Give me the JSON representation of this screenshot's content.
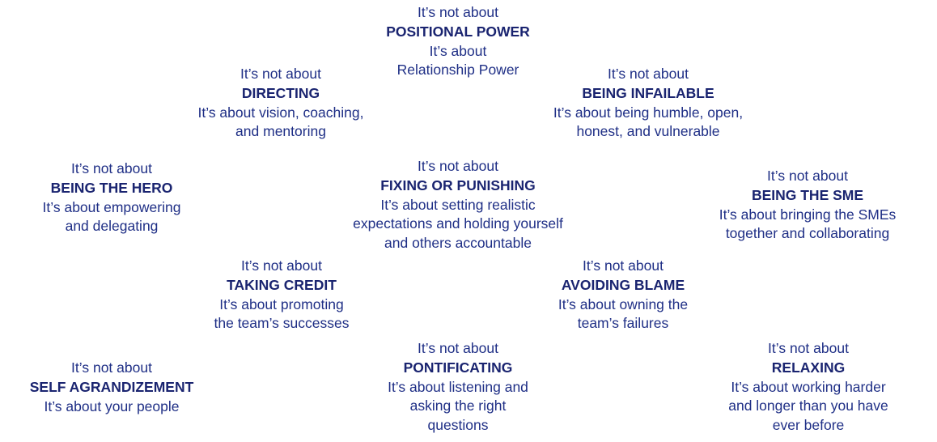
{
  "text_color": "#1f2f86",
  "heading_color": "#1a2470",
  "blocks": [
    {
      "id": "positional-power",
      "lines": [
        "It’s not about",
        "POSITIONAL POWER",
        "It’s about",
        "Relationship Power"
      ]
    },
    {
      "id": "directing",
      "lines": [
        "It’s not about",
        "DIRECTING",
        "It’s about vision, coaching,",
        "and mentoring"
      ]
    },
    {
      "id": "being-infailable",
      "lines": [
        "It’s not about",
        "BEING INFAILABLE",
        "It’s about being humble, open,",
        "honest, and vulnerable"
      ]
    },
    {
      "id": "being-the-hero",
      "lines": [
        "It’s not about",
        "BEING THE HERO",
        "It’s about empowering",
        "and delegating"
      ]
    },
    {
      "id": "fixing-or-punishing",
      "lines": [
        "It’s not about",
        "FIXING OR PUNISHING",
        "It’s about setting realistic",
        "expectations and holding yourself",
        "and others accountable"
      ]
    },
    {
      "id": "being-the-sme",
      "lines": [
        "It’s not about",
        "BEING THE SME",
        "It’s about bringing the SMEs",
        "together and collaborating"
      ]
    },
    {
      "id": "taking-credit",
      "lines": [
        "It’s not about",
        "TAKING CREDIT",
        "It’s about promoting",
        "the team’s successes"
      ]
    },
    {
      "id": "avoiding-blame",
      "lines": [
        "It’s not about",
        "AVOIDING BLAME",
        "It’s about owning the",
        "team’s failures"
      ]
    },
    {
      "id": "self-agrandizement",
      "lines": [
        "It’s not about",
        "SELF AGRANDIZEMENT",
        "It’s about your people"
      ]
    },
    {
      "id": "pontificating",
      "lines": [
        "It’s not about",
        "PONTIFICATING",
        "It’s about listening and",
        "asking the right",
        "questions"
      ]
    },
    {
      "id": "relaxing",
      "lines": [
        "It’s not about",
        "RELAXING",
        "It’s about working harder",
        "and longer than you have",
        "ever before"
      ]
    }
  ]
}
